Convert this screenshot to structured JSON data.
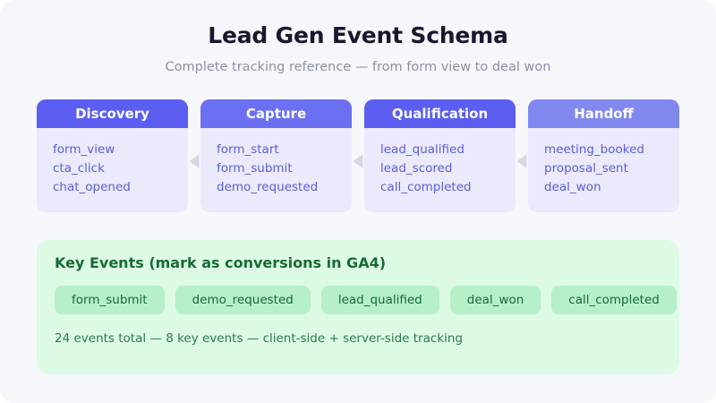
{
  "header": {
    "title": "Lead Gen Event Schema",
    "subtitle": "Complete tracking reference — from form view to deal won"
  },
  "colors": {
    "page_background": "#f6f7fb",
    "stage_body": "#eaeafc",
    "stage_text": "#5b5ed6",
    "arrow": "#d5d8e2",
    "panel_background": "#ddfae4",
    "chip_background": "#b6f0c8",
    "chip_text": "#156b36",
    "panel_title": "#176b39"
  },
  "stages": [
    {
      "name": "Discovery",
      "header_color": "#5b5ef0",
      "events": [
        "form_view",
        "cta_click",
        "chat_opened"
      ]
    },
    {
      "name": "Capture",
      "header_color": "#6b70f2",
      "events": [
        "form_start",
        "form_submit",
        "demo_requested"
      ]
    },
    {
      "name": "Qualification",
      "header_color": "#5b5ef0",
      "events": [
        "lead_qualified",
        "lead_scored",
        "call_completed"
      ]
    },
    {
      "name": "Handoff",
      "header_color": "#8189f0",
      "events": [
        "meeting_booked",
        "proposal_sent",
        "deal_won"
      ]
    }
  ],
  "connectors": [
    {
      "icon": "arrow-left-icon"
    },
    {
      "icon": "arrow-left-icon"
    },
    {
      "icon": "arrow-left-icon"
    }
  ],
  "key_events_panel": {
    "title": "Key Events (mark as conversions in GA4)",
    "chips": [
      "form_submit",
      "demo_requested",
      "lead_qualified",
      "deal_won",
      "call_completed"
    ],
    "footer": "24 events total — 8 key events — client-side + server-side tracking"
  }
}
